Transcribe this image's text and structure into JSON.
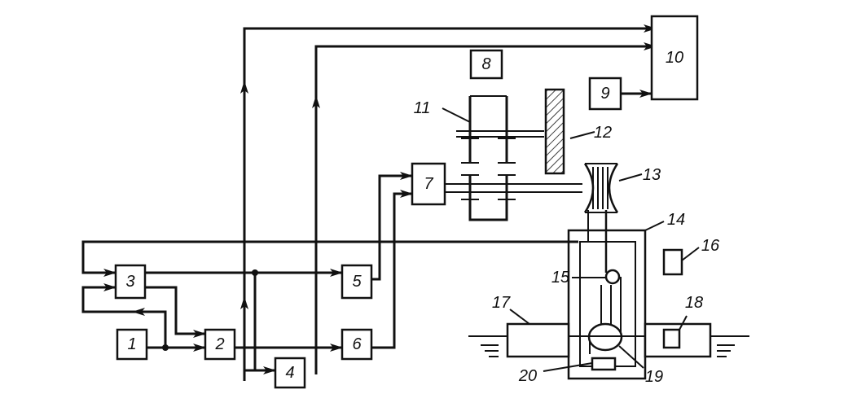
{
  "labels": {
    "b1": "1",
    "b2": "2",
    "b3": "3",
    "b4": "4",
    "b5": "5",
    "b6": "6",
    "b7": "7",
    "b8": "8",
    "b9": "9",
    "b10": "10",
    "l11": "11",
    "l12": "12",
    "l13": "13",
    "l14": "14",
    "l15": "15",
    "l16": "16",
    "l17": "17",
    "l18": "18",
    "l19": "19",
    "l20": "20"
  },
  "colors": {
    "ink": "#111111",
    "paper": "#ffffff"
  }
}
